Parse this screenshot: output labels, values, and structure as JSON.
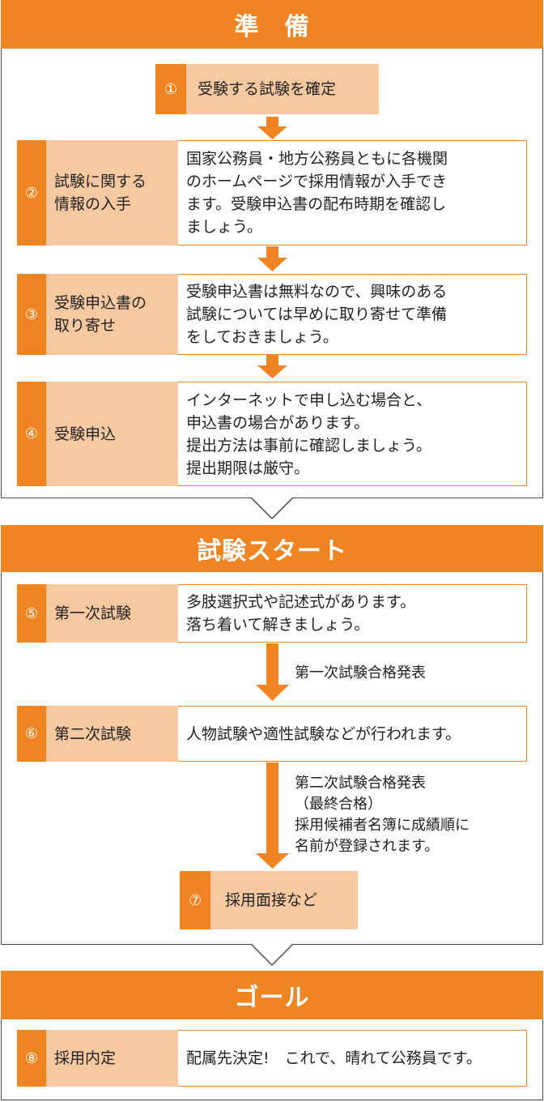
{
  "colors": {
    "accent": "#ee8522",
    "label_bg": "#f8c9a0",
    "border": "#4a4a4a"
  },
  "sections": [
    {
      "title": "準　備"
    },
    {
      "title": "試験スタート"
    },
    {
      "title": "ゴール"
    }
  ],
  "steps": [
    {
      "num": "①",
      "label": "受験する試験を確定"
    },
    {
      "num": "②",
      "label": "試験に関する\n情報の入手",
      "desc": "国家公務員・地方公務員ともに各機関\nのホームページで採用情報が入手でき\nます。受験申込書の配布時期を確認し\nましょう。"
    },
    {
      "num": "③",
      "label": "受験申込書の\n取り寄せ",
      "desc": "受験申込書は無料なので、興味のある\n試験については早めに取り寄せて準備\nをしておきましょう。"
    },
    {
      "num": "④",
      "label": "受験申込",
      "desc": "インターネットで申し込む場合と、\n申込書の場合があります。\n提出方法は事前に確認しましょう。\n提出期限は厳守。"
    },
    {
      "num": "⑤",
      "label": "第一次試験",
      "desc": "多肢選択式や記述式があります。\n落ち着いて解きましょう。"
    },
    {
      "num": "⑥",
      "label": "第二次試験",
      "desc": "人物試験や適性試験などが行われます。"
    },
    {
      "num": "⑦",
      "label": "採用面接など"
    },
    {
      "num": "⑧",
      "label": "採用内定",
      "desc": "配属先決定!　これで、晴れて公務員です。"
    }
  ],
  "notes": {
    "after_5": "第一次試験合格発表",
    "after_6": "第二次試験合格発表\n（最終合格）\n採用候補者名簿に成績順に\n名前が登録されます。"
  }
}
